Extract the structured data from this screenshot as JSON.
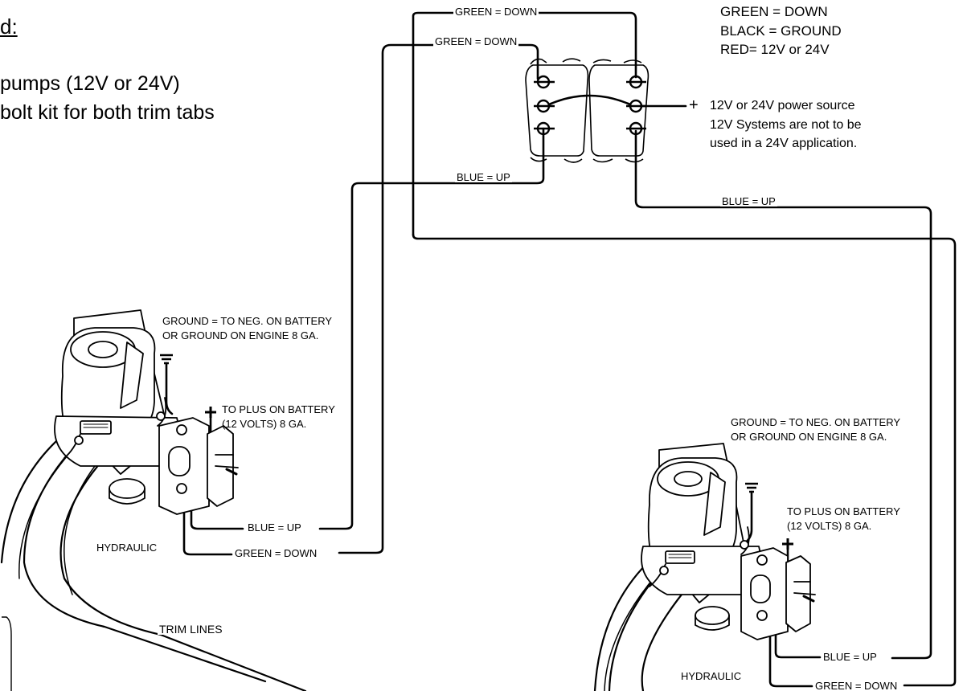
{
  "header": {
    "title_fragment": "d:",
    "items": [
      "pumps (12V or 24V)",
      "bolt kit for both trim tabs"
    ]
  },
  "legend": {
    "rows": [
      "GREEN = DOWN",
      "BLACK = GROUND",
      "RED= 12V or 24V"
    ]
  },
  "power": {
    "plus_symbol": "+",
    "lines": [
      "12V or 24V power source",
      "12V Systems are not to be",
      "used in a 24V application."
    ]
  },
  "wire_labels": {
    "switch_top_green": "GREEN = DOWN",
    "switch_left_green": "GREEN = DOWN",
    "switch_left_blue": "BLUE = UP",
    "switch_right_blue": "BLUE = UP",
    "pump_left_blue": "BLUE = UP",
    "pump_left_green": "GREEN = DOWN",
    "pump_right_blue": "BLUE = UP",
    "pump_right_green": "GREEN = DOWN"
  },
  "pump_left": {
    "ground_line_1": "GROUND = TO NEG. ON BATTERY",
    "ground_line_2": "OR GROUND ON ENGINE 8 GA.",
    "plus_line_1": "TO PLUS ON BATTERY",
    "plus_line_2": "(12 VOLTS) 8 GA.",
    "hydraulic": "HYDRAULIC",
    "trim_lines": "TRIM LINES"
  },
  "pump_right": {
    "ground_line_1": "GROUND = TO NEG. ON BATTERY",
    "ground_line_2": "OR GROUND ON ENGINE 8 GA.",
    "plus_line_1": "TO PLUS ON BATTERY",
    "plus_line_2": "(12 VOLTS) 8 GA.",
    "hydraulic": "HYDRAULIC"
  },
  "colors": {
    "wire": "#000000",
    "background": "#ffffff"
  },
  "icons": [
    "rocker-switch-icon",
    "ground-symbol-icon",
    "plus-terminal-icon",
    "hydraulic-pump-icon"
  ]
}
